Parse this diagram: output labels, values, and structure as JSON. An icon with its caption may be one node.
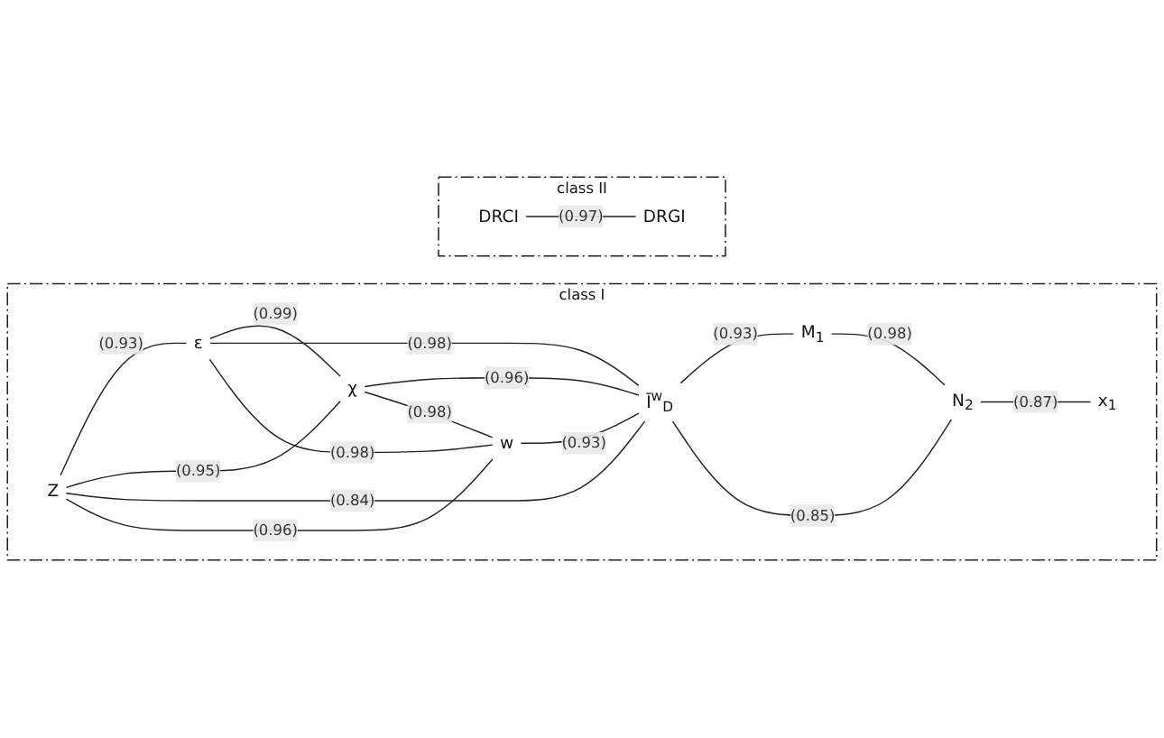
{
  "diagram": {
    "nodes": [
      {
        "text": [
          "class I"
        ]
      },
      {
        "text": [
          "ε"
        ],
        "in": 0
      },
      {
        "text": [
          "χ"
        ],
        "in": 0
      },
      {
        "text": [
          "Z"
        ],
        "in": 0
      },
      {
        "text": [
          "Ī$^{w}$$_{D}$"
        ],
        "in": 0
      },
      {
        "text": [
          "w"
        ],
        "in": 0
      },
      {
        "text": [
          "M$_{1}$"
        ],
        "in": 0
      },
      {
        "text": [
          "N$_{2}$"
        ],
        "in": 0
      },
      {
        "text": [
          "x$_{1}$"
        ],
        "in": 0
      },
      {
        "text": [
          "class II"
        ]
      },
      {
        "text": [
          "DRCI"
        ],
        "in": 9
      },
      {
        "text": [
          "DRGI"
        ],
        "in": 9
      }
    ],
    "edges": [
      {
        "from": 1,
        "to": 2,
        "arrow": "none",
        "label": "(0.99)"
      },
      {
        "from": 3,
        "to": 1,
        "arrow": "none",
        "label": "(0.93)"
      },
      {
        "from": 3,
        "to": 2,
        "arrow": "none",
        "label": "(0.95)"
      },
      {
        "from": 1,
        "to": 4,
        "arrow": "none",
        "label": "(0.98)"
      },
      {
        "from": 2,
        "to": 4,
        "arrow": "none",
        "label": "(0.96)"
      },
      {
        "from": 3,
        "to": 4,
        "arrow": "none",
        "label": "(0.84)"
      },
      {
        "from": 1,
        "to": 5,
        "arrow": "none",
        "label": "(0.98)"
      },
      {
        "from": 2,
        "to": 5,
        "arrow": "none",
        "label": "(0.98)"
      },
      {
        "from": 3,
        "to": 5,
        "arrow": "none",
        "label": "(0.96)"
      },
      {
        "from": 5,
        "to": 4,
        "arrow": "none",
        "label": "(0.93)"
      },
      {
        "from": 4,
        "to": 6,
        "arrow": "none",
        "label": "(0.93)"
      },
      {
        "from": 6,
        "to": 7,
        "arrow": "none",
        "label": "(0.98)"
      },
      {
        "from": 4,
        "to": 7,
        "arrow": "none",
        "label": "(0.85)"
      },
      {
        "from": 7,
        "to": 8,
        "arrow": "none",
        "label": "(0.87)"
      },
      {
        "from": 10,
        "to": 11,
        "arrow": "none",
        "label": "(0.97)"
      }
    ]
  }
}
